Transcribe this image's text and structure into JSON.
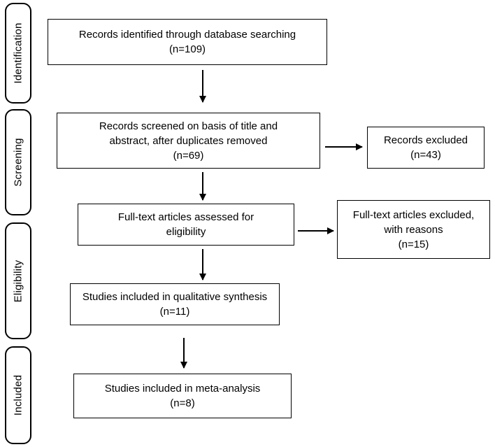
{
  "stages": {
    "identification": "Identification",
    "screening": "Screening",
    "eligibility": "Eligibility",
    "included": "Included"
  },
  "boxes": {
    "identified": {
      "line1": "Records identified through database searching",
      "line2": "(n=109)"
    },
    "screened": {
      "line1": "Records screened on basis of title and",
      "line2": "abstract, after duplicates removed",
      "line3": "(n=69)"
    },
    "records_excluded": {
      "line1": "Records excluded",
      "line2": "(n=43)"
    },
    "fulltext_assessed": {
      "line1": "Full-text articles assessed for",
      "line2": "eligibility"
    },
    "fulltext_excluded": {
      "line1": "Full-text articles excluded,",
      "line2": "with reasons",
      "line3": "(n=15)"
    },
    "qualitative": {
      "line1": "Studies included in qualitative synthesis",
      "line2": "(n=11)"
    },
    "meta_analysis": {
      "line1": "Studies included in meta-analysis",
      "line2": "(n=8)"
    }
  },
  "colors": {
    "stroke": "#000000",
    "background": "#ffffff"
  }
}
